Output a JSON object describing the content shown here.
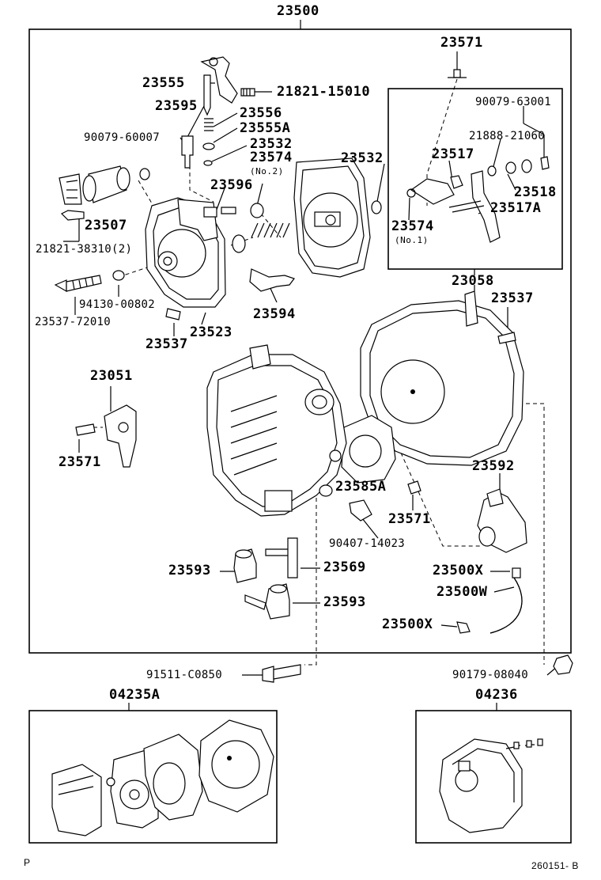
{
  "diagram_code": "260151- B",
  "page_letter": "P",
  "labels": {
    "main_assembly": "23500",
    "l23571_top": "23571",
    "l23555": "23555",
    "l21821_15010": "21821-15010",
    "l23595": "23595",
    "l23556": "23556",
    "l23555A": "23555A",
    "l90079_60007": "90079-60007",
    "l23532_a": "23532",
    "l23574_no2": "23574",
    "no2": "(No.2)",
    "l23532_b": "23532",
    "l90079_63001": "90079-63001",
    "l21888_21060": "21888-21060",
    "l23517": "23517",
    "l23518": "23518",
    "l23517A": "23517A",
    "l23574_no1": "23574",
    "no1": "(No.1)",
    "l23596": "23596",
    "l23507": "23507",
    "l21821_38310": "21821-38310(2)",
    "l94130_00802": "94130-00802",
    "l23537_72010": "23537-72010",
    "l23594": "23594",
    "l23058": "23058",
    "l23537_right": "23537",
    "l23537_left": "23537",
    "l23523": "23523",
    "l23051": "23051",
    "l23571_left": "23571",
    "l23585A": "23585A",
    "l23592": "23592",
    "l23571_mid": "23571",
    "l90407_14023": "90407-14023",
    "l23593_a": "23593",
    "l23569": "23569",
    "l23500X_a": "23500X",
    "l23500W": "23500W",
    "l23593_b": "23593",
    "l23500X_b": "23500X",
    "l91511_C0850": "91511-C0850",
    "l90179_08040": "90179-08040",
    "l04235A": "04235A",
    "l04236": "04236"
  }
}
